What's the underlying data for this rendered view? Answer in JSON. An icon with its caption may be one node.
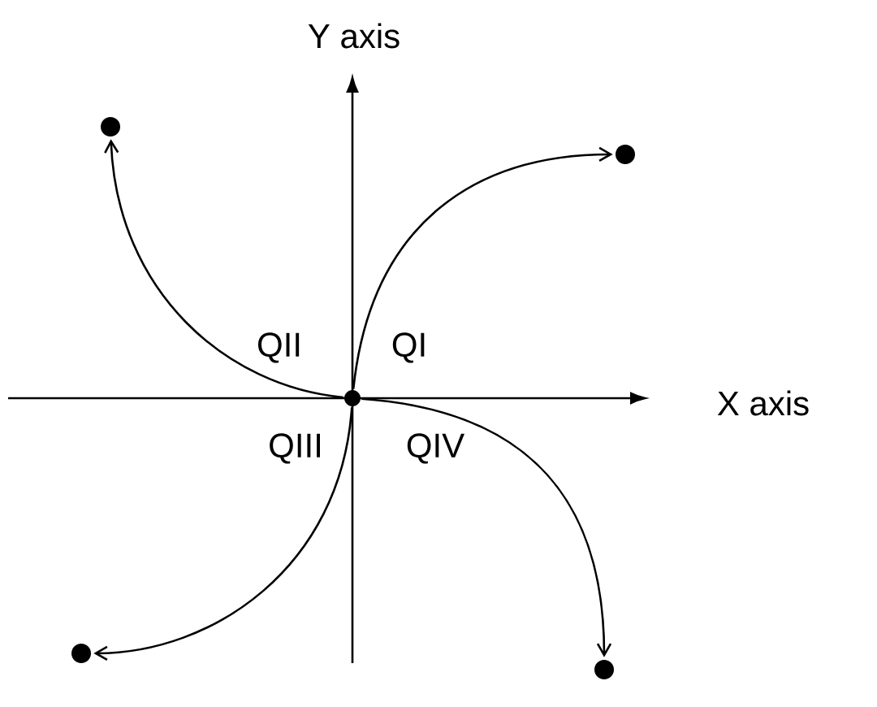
{
  "diagram": {
    "nodes": [
      {
        "text": [],
        "shape": "circle"
      },
      {
        "text": [],
        "shape": "circle"
      },
      {
        "text": [],
        "shape": "circle"
      },
      {
        "text": [],
        "shape": "circle"
      },
      {
        "text": [],
        "shape": "circle"
      }
    ],
    "edges": [
      {
        "from": 2,
        "to": 0,
        "arrow": "to"
      },
      {
        "from": 2,
        "to": 1,
        "arrow": "to"
      },
      {
        "from": 2,
        "to": 3,
        "arrow": "to"
      },
      {
        "from": 2,
        "to": 4,
        "arrow": "to"
      }
    ],
    "labels": [
      "Y axis",
      "QII",
      "QI",
      "X axis",
      "QIII",
      "QIV"
    ]
  }
}
